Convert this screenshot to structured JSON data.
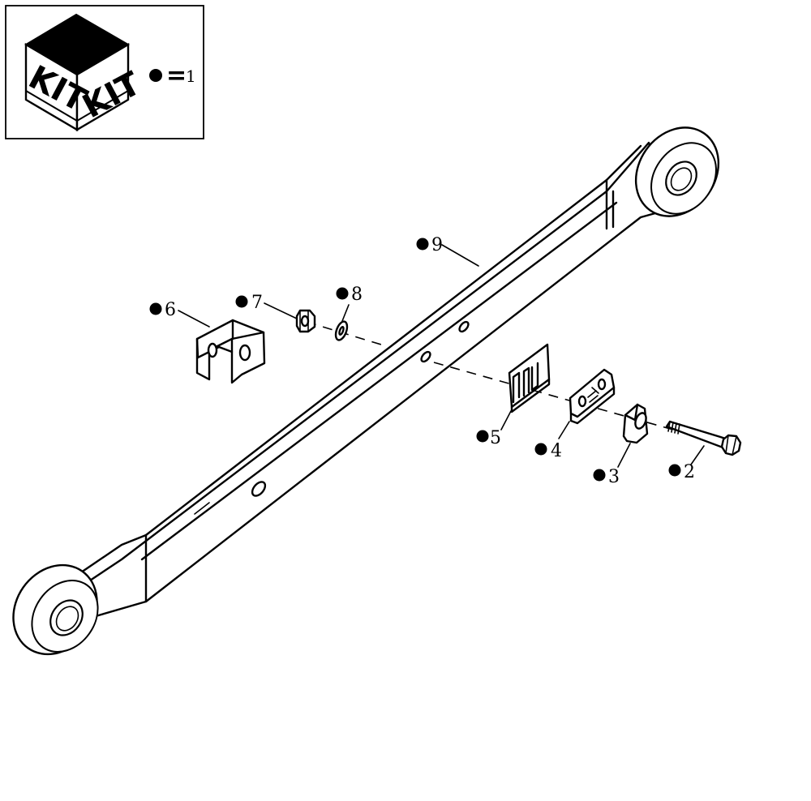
{
  "legend": {
    "kit_left": "KIT",
    "kit_right": "KIT",
    "equals": "=",
    "number": "1"
  },
  "callouts": [
    {
      "id": "9",
      "label": "9"
    },
    {
      "id": "6",
      "label": "6"
    },
    {
      "id": "7",
      "label": "7"
    },
    {
      "id": "8",
      "label": "8"
    },
    {
      "id": "5",
      "label": "5"
    },
    {
      "id": "4",
      "label": "4"
    },
    {
      "id": "3",
      "label": "3"
    },
    {
      "id": "2",
      "label": "2"
    }
  ],
  "colors": {
    "ink": "#000000",
    "paper": "#ffffff"
  }
}
